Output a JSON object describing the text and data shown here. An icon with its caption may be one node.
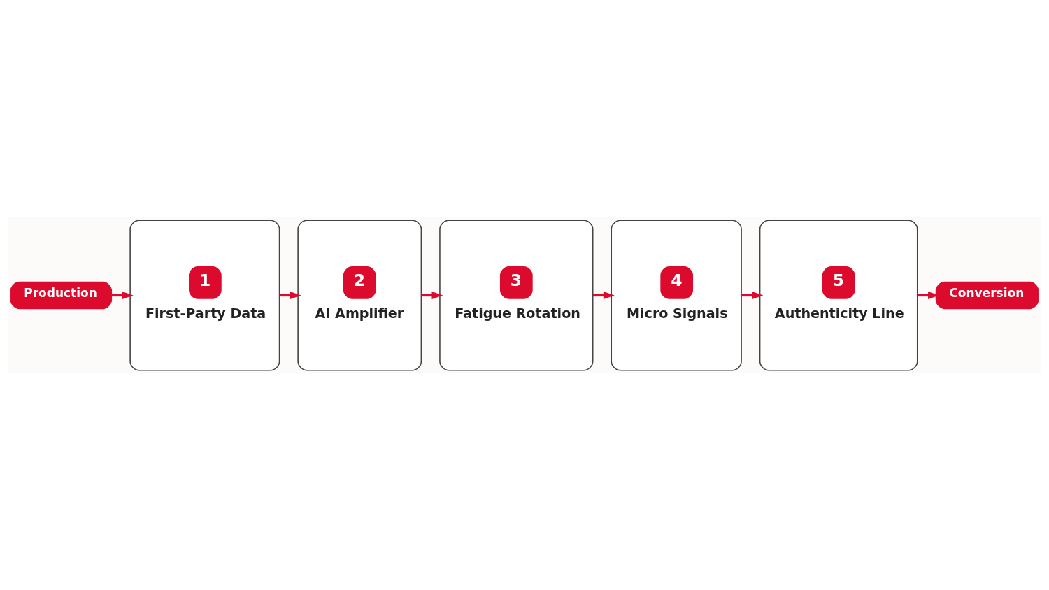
{
  "diagram": {
    "nodes": [
      {
        "text": [
          "Production"
        ]
      },
      {
        "text": [
          "1",
          "First-Party Data"
        ]
      },
      {
        "text": [
          "2",
          "AI Amplifier"
        ]
      },
      {
        "text": [
          "3",
          "Fatigue Rotation"
        ]
      },
      {
        "text": [
          "4",
          "Micro Signals"
        ]
      },
      {
        "text": [
          "5",
          "Authenticity Line"
        ]
      },
      {
        "text": [
          "Conversion"
        ]
      }
    ],
    "edges": [
      {
        "from": 0,
        "to": 1,
        "arrow": "to"
      },
      {
        "from": 1,
        "to": 2,
        "arrow": "to"
      },
      {
        "from": 2,
        "to": 3,
        "arrow": "to"
      },
      {
        "from": 3,
        "to": 4,
        "arrow": "to"
      },
      {
        "from": 4,
        "to": 5,
        "arrow": "to"
      },
      {
        "from": 5,
        "to": 6,
        "arrow": "to"
      }
    ]
  }
}
